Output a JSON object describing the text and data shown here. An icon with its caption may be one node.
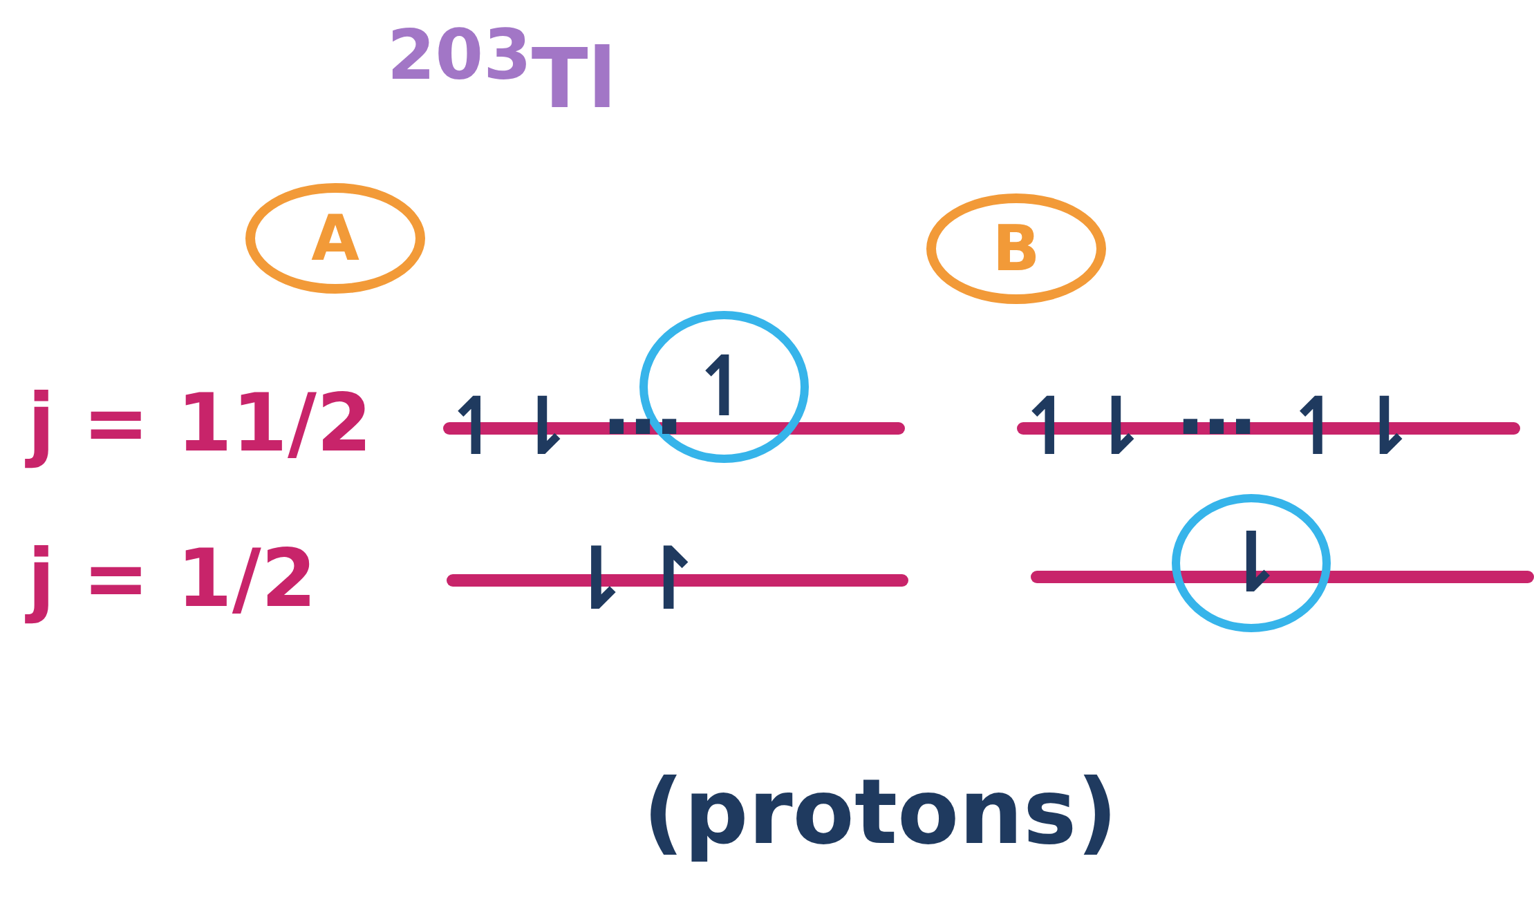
{
  "diagram": {
    "title": "$^{203}$Tl",
    "nodes": [
      {
        "text": [
          "A"
        ]
      },
      {
        "text": [
          "B"
        ]
      },
      {
        "text": [
          "↿"
        ]
      },
      {
        "text": [
          "⇂"
        ]
      }
    ],
    "labels": [
      "j = 11/2",
      "↿⇂ ⋯",
      "↿⇂ ⋯ ↿⇂",
      "j = 1/2",
      "⇂↾",
      "(protons)"
    ]
  }
}
